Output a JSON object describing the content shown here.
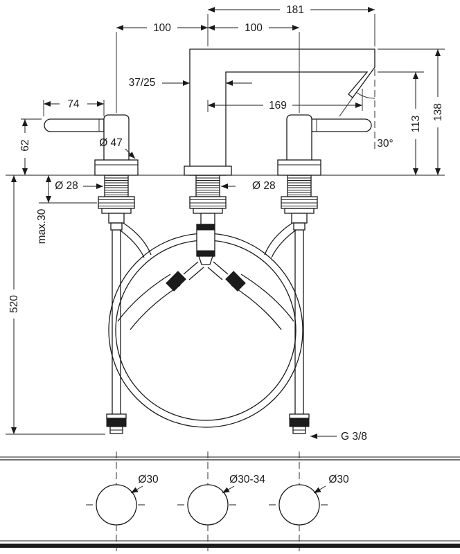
{
  "drawing": {
    "dims": {
      "total_projection": "181",
      "spacing_left": "100",
      "spacing_right": "100",
      "spout_profile": "37/25",
      "handle_length": "74",
      "spout_reach": "169",
      "overall_height": "138",
      "outlet_height": "113",
      "handle_height": "62",
      "escutcheon_diameter": "Ø 47",
      "outlet_angle": "30°",
      "shank_diameter_left": "Ø 28",
      "shank_diameter_center": "Ø 28",
      "max_mounting_thickness": "max.30",
      "hose_length": "520",
      "connection_thread": "G 3/8",
      "hole_left": "Ø30",
      "hole_center": "Ø30-34",
      "hole_right": "Ø30"
    }
  }
}
